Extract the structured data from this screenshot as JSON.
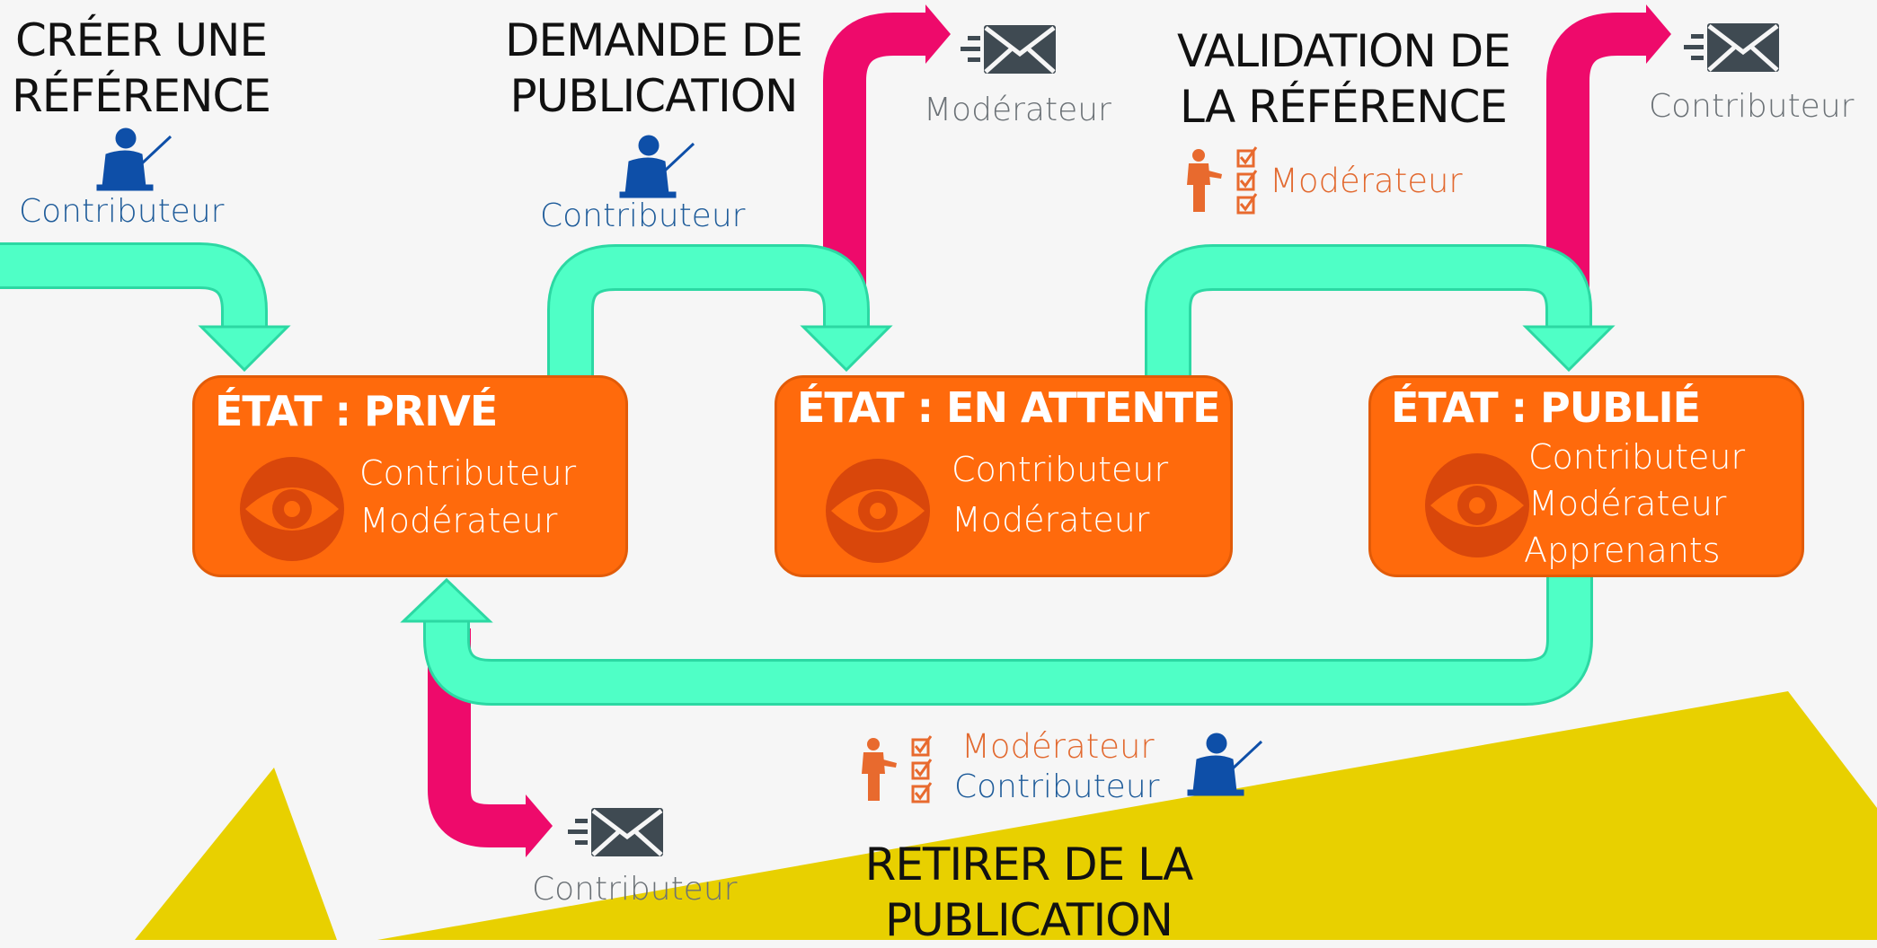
{
  "colors": {
    "flow_arrow": "#4fffc6",
    "notify_arrow": "#ee0a6b",
    "state_fill": "#ff6a0c",
    "state_border": "#e25b08",
    "eye_color": "#d9470b",
    "person_blue": "#0e4fa8",
    "person_orange": "#e86a2e",
    "envelope": "#3f4a52",
    "background_shape": "#e8d000",
    "background": "#f6f6f6"
  },
  "icons": {
    "contributor": "person-pointer-icon",
    "moderator": "person-checklist-icon",
    "notification": "fast-envelope-icon",
    "visibility": "eye-icon"
  },
  "steps": {
    "create": {
      "title_line1": "CRÉER UNE",
      "title_line2": "RÉFÉRENCE",
      "actor": "Contributeur"
    },
    "request": {
      "title_line1": "DEMANDE DE",
      "title_line2": "PUBLICATION",
      "actor": "Contributeur",
      "notify": "Modérateur"
    },
    "validate": {
      "title_line1": "VALIDATION DE",
      "title_line2": "LA RÉFÉRENCE",
      "actor": "Modérateur",
      "notify": "Contributeur"
    },
    "withdraw": {
      "title_line1": "RETIRER DE LA",
      "title_line2": "PUBLICATION",
      "actor_moderator": "Modérateur",
      "actor_contributor": "Contributeur",
      "notify": "Contributeur"
    }
  },
  "states": {
    "private": {
      "title": "ÉTAT : PRIVÉ",
      "roles": [
        "Contributeur",
        "Modérateur"
      ]
    },
    "pending": {
      "title": "ÉTAT : EN ATTENTE",
      "roles": [
        "Contributeur",
        "Modérateur"
      ]
    },
    "published": {
      "title": "ÉTAT : PUBLIÉ",
      "roles": [
        "Contributeur",
        "Modérateur",
        "Apprenants"
      ]
    }
  }
}
